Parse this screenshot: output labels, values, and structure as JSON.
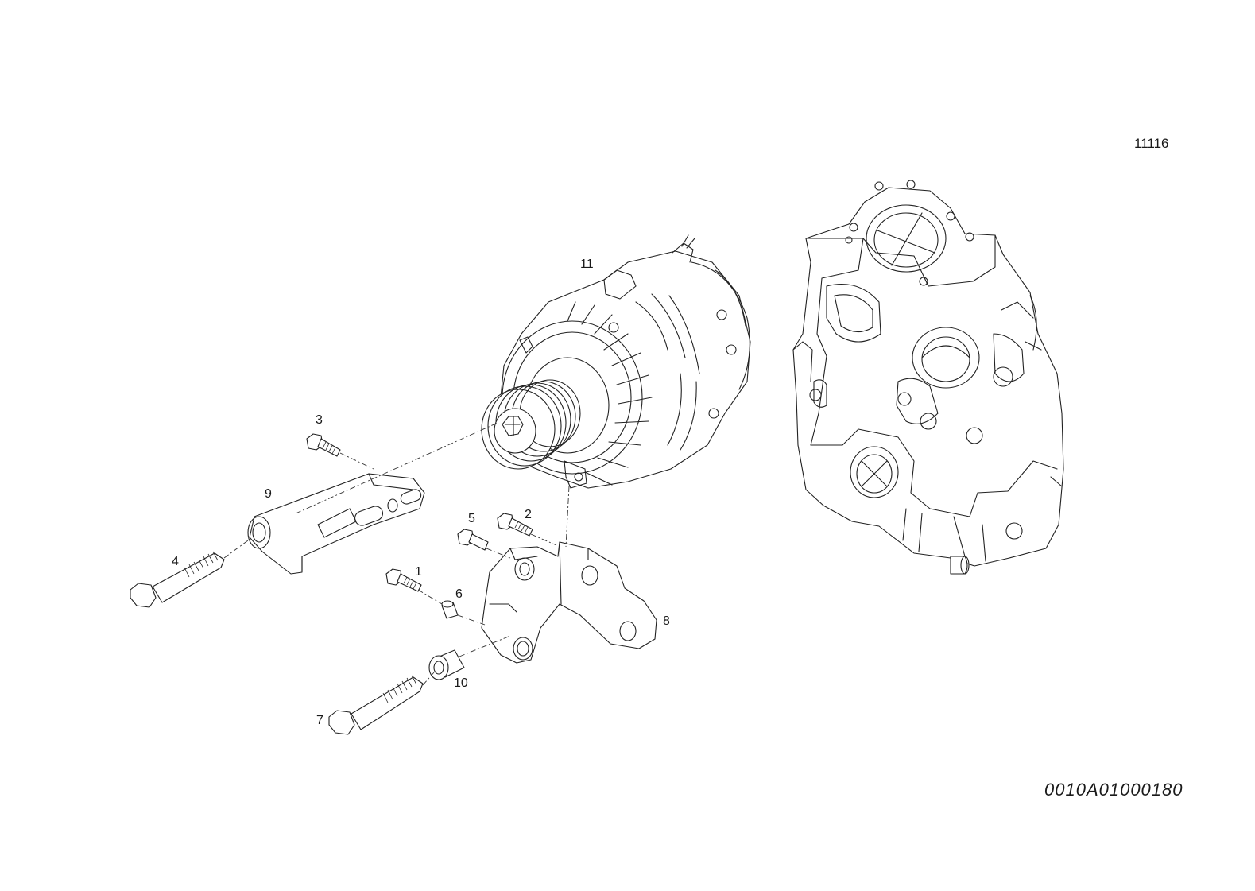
{
  "sheet": {
    "code": "11116",
    "drawing_id": "0010A01000180"
  },
  "callouts": [
    "1",
    "2",
    "3",
    "4",
    "5",
    "6",
    "7",
    "8",
    "9",
    "10",
    "11"
  ]
}
